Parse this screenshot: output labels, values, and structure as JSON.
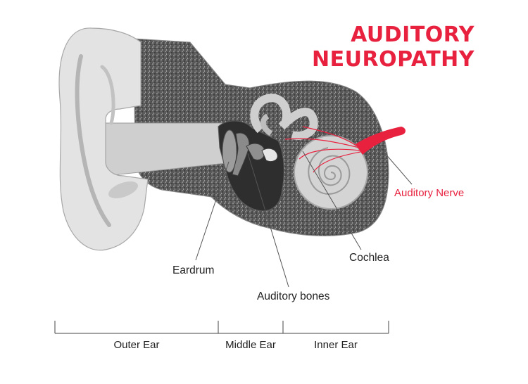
{
  "title": {
    "line1": "AUDITORY",
    "line2": "NEUROPATHY"
  },
  "labels": {
    "auditory_nerve": "Auditory Nerve",
    "cochlea": "Cochlea",
    "eardrum": "Eardrum",
    "auditory_bones": "Auditory bones"
  },
  "sections": {
    "outer_ear": "Outer Ear",
    "middle_ear": "Middle Ear",
    "inner_ear": "Inner Ear"
  },
  "colors": {
    "accent": "#e8213f",
    "bone_gray": "#6b6b6b",
    "ear_gray": "#d9d9d9",
    "dark_cavity": "#3d3d3d"
  }
}
